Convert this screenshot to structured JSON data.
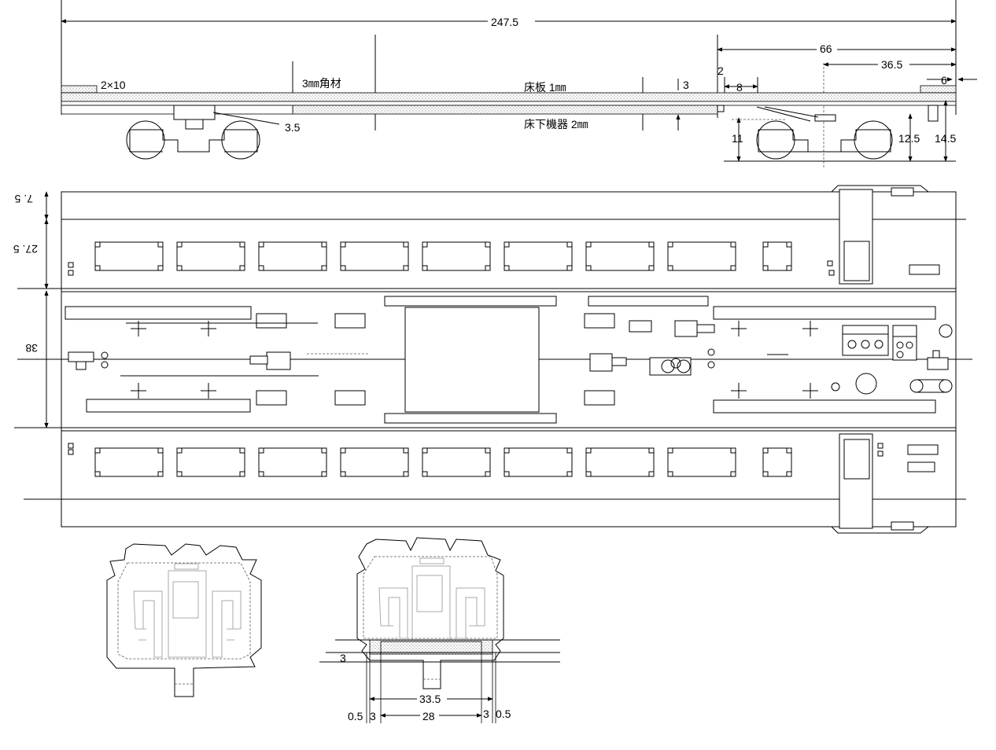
{
  "labels": {
    "total_length": "247.5",
    "d66": "66",
    "d36_5": "36.5",
    "d6": "6",
    "d2": "2",
    "d8": "8",
    "d3_top": "3",
    "d2x10": "2×10",
    "material": "3㎜角材",
    "floor_board": "床板 1㎜",
    "underfloor": "床下機器 2㎜",
    "d3_5": "3.5",
    "d11": "11",
    "d12_5": "12.5",
    "d14_5": "14.5",
    "v7_5": "7. 5",
    "v27_5": "27. 5",
    "v38": "38",
    "b_3_left": "3",
    "b_33_5": "33.5",
    "b_0_5_left": "0.5",
    "b_3_a": "3",
    "b_28": "28",
    "b_3_b": "3",
    "b_0_5_right": "0.5"
  },
  "colors": {
    "line": "#000000",
    "hatch": "#f0f0f0",
    "grey": "#aaaaaa"
  }
}
